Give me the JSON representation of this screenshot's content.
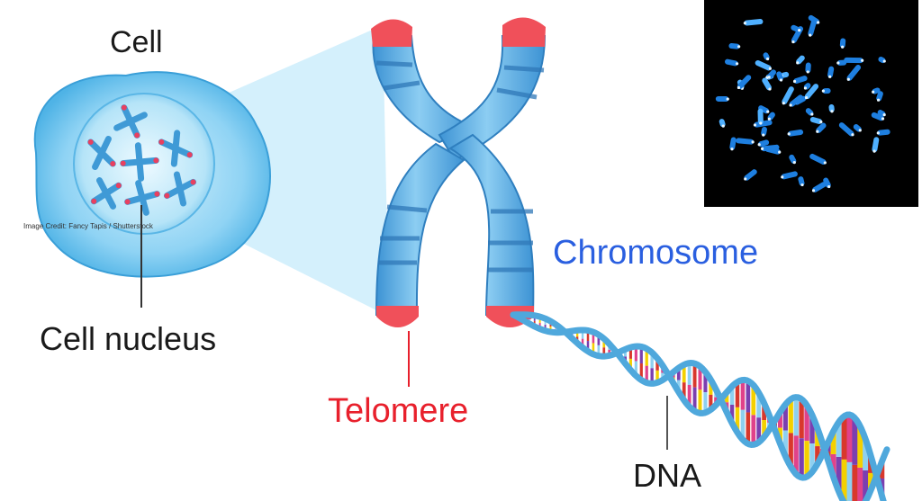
{
  "labels": {
    "cell": "Cell",
    "cell_nucleus": "Cell nucleus",
    "chromosome": "Chromosome",
    "telomere": "Telomere",
    "dna": "DNA",
    "credit": "Image Credit: Fancy Tapis / Shutterstock"
  },
  "colors": {
    "chromosome_label": "#2a5fe0",
    "telomere_label": "#e8202c",
    "chromosome_body": "#5fb0e8",
    "telomere_cap": "#f0505a",
    "cell_fill": "#6ec6ef",
    "nucleus_fill": "#b9e6f8",
    "dna_backbone": "#4fa8dc",
    "base_colors": [
      "#e0428a",
      "#7b3fb0",
      "#f4d000",
      "#8ed0f0",
      "#d8382c"
    ]
  }
}
